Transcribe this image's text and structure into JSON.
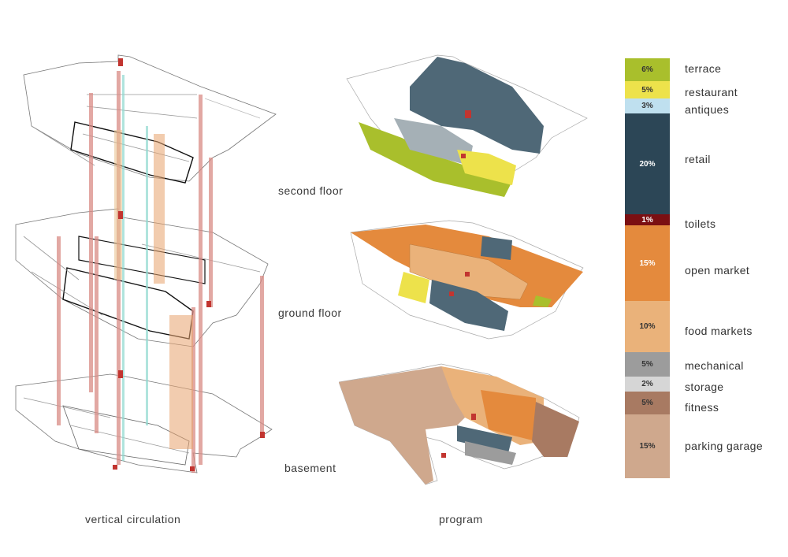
{
  "floors": {
    "second": "second floor",
    "ground": "ground floor",
    "basement": "basement"
  },
  "captions": {
    "left": "vertical circulation",
    "right": "program"
  },
  "legend": [
    {
      "pct": "6%",
      "label": "terrace",
      "color": "#a9bf2c",
      "text": "#333333"
    },
    {
      "pct": "5%",
      "label": "restaurant",
      "color": "#ede24b",
      "text": "#333333"
    },
    {
      "pct": "3%",
      "label": "antiques",
      "color": "#bfe0ef",
      "text": "#333333"
    },
    {
      "pct": "20%",
      "label": "retail",
      "color": "#2c4656",
      "text": "#ffffff"
    },
    {
      "pct": "1%",
      "label": "toilets",
      "color": "#7b0f12",
      "text": "#ffffff"
    },
    {
      "pct": "15%",
      "label": "open market",
      "color": "#e48a3d",
      "text": "#ffffff"
    },
    {
      "pct": "10%",
      "label": "food markets",
      "color": "#eab27a",
      "text": "#333333"
    },
    {
      "pct": "5%",
      "label": "mechanical",
      "color": "#9c9c9c",
      "text": "#333333"
    },
    {
      "pct": "2%",
      "label": "storage",
      "color": "#d6d6d6",
      "text": "#333333"
    },
    {
      "pct": "5%",
      "label": "fitness",
      "color": "#a87a62",
      "text": "#333333"
    },
    {
      "pct": "15%",
      "label": "parking garage",
      "color": "#cfa88d",
      "text": "#333333"
    }
  ]
}
